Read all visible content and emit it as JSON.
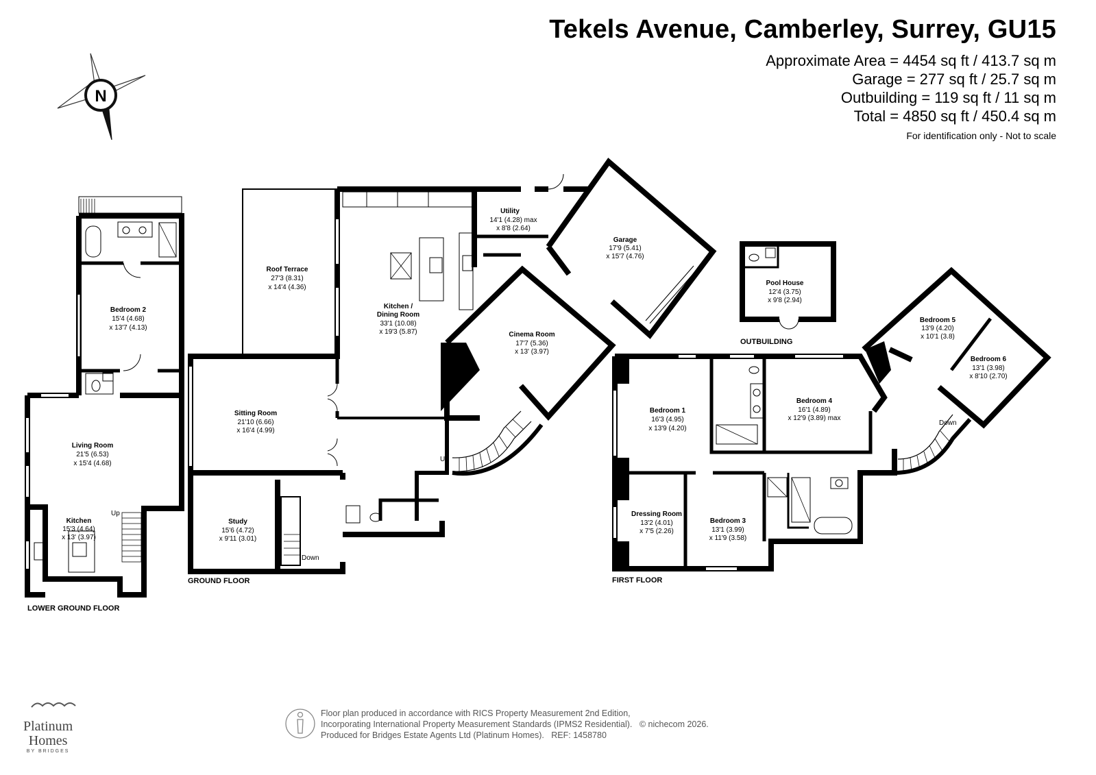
{
  "header": {
    "title": "Tekels Avenue, Camberley, Surrey, GU15",
    "area_lines": [
      "Approximate Area = 4454 sq ft / 413.7 sq m",
      "Garage = 277 sq ft / 25.7 sq m",
      "Outbuilding = 119 sq ft / 11 sq m",
      "Total = 4850 sq ft / 450.4 sq m"
    ],
    "disclaimer": "For identification only - Not to scale"
  },
  "compass": {
    "label": "N",
    "icon": "north-compass-icon"
  },
  "floors": {
    "lower_ground": "LOWER GROUND FLOOR",
    "ground": "GROUND FLOOR",
    "first": "FIRST FLOOR",
    "outbuilding": "OUTBUILDING"
  },
  "rooms": {
    "bedroom2": {
      "name": "Bedroom 2",
      "l1": "15'4 (4.68)",
      "l2": "x 13'7 (4.13)"
    },
    "living": {
      "name": "Living Room",
      "l1": "21'5 (6.53)",
      "l2": "x 15'4 (4.68)"
    },
    "kitchen_lg": {
      "name": "Kitchen",
      "l1": "15'3 (4.64)",
      "l2": "x 13' (3.97)"
    },
    "roof_terrace": {
      "name": "Roof Terrace",
      "l1": "27'3 (8.31)",
      "l2": "x 14'4 (4.36)"
    },
    "kitchen_dining": {
      "name": "Kitchen /",
      "name2": "Dining Room",
      "l1": "33'1 (10.08)",
      "l2": "x 19'3 (5.87)"
    },
    "utility": {
      "name": "Utility",
      "l1": "14'1 (4.28) max",
      "l2": "x 8'8 (2.64)"
    },
    "garage": {
      "name": "Garage",
      "l1": "17'9 (5.41)",
      "l2": "x 15'7 (4.76)"
    },
    "cinema": {
      "name": "Cinema Room",
      "l1": "17'7 (5.36)",
      "l2": "x 13' (3.97)"
    },
    "sitting": {
      "name": "Sitting Room",
      "l1": "21'10 (6.66)",
      "l2": "x 16'4 (4.99)"
    },
    "study": {
      "name": "Study",
      "l1": "15'6 (4.72)",
      "l2": "x 9'11 (3.01)"
    },
    "pool_house": {
      "name": "Pool House",
      "l1": "12'4 (3.75)",
      "l2": "x 9'8 (2.94)"
    },
    "bedroom5": {
      "name": "Bedroom 5",
      "l1": "13'9 (4.20)",
      "l2": "x 10'1 (3.8)"
    },
    "bedroom6": {
      "name": "Bedroom 6",
      "l1": "13'1 (3.98)",
      "l2": "x 8'10 (2.70)"
    },
    "bedroom1": {
      "name": "Bedroom 1",
      "l1": "16'3 (4.95)",
      "l2": "x 13'9 (4.20)"
    },
    "bedroom4": {
      "name": "Bedroom 4",
      "l1": "16'1 (4.89)",
      "l2": "x 12'9 (3.89) max"
    },
    "dressing": {
      "name": "Dressing Room",
      "l1": "13'2 (4.01)",
      "l2": "x 7'5 (2.26)"
    },
    "bedroom3": {
      "name": "Bedroom 3",
      "l1": "13'1 (3.99)",
      "l2": "x 11'9 (3.58)"
    }
  },
  "stairs": {
    "up": "Up",
    "down": "Down"
  },
  "footer": {
    "line1": "Floor plan produced in accordance with RICS Property Measurement 2nd Edition,",
    "line2": "Incorporating International Property Measurement Standards (IPMS2 Residential).",
    "line3": "Produced for Bridges Estate Agents Ltd (Platinum Homes).",
    "ref": "REF: 1458780",
    "copyright": "© nichecom 2026."
  },
  "logo": {
    "line1": "Platinum",
    "line2": "Homes",
    "line3": "BY BRIDGES"
  }
}
